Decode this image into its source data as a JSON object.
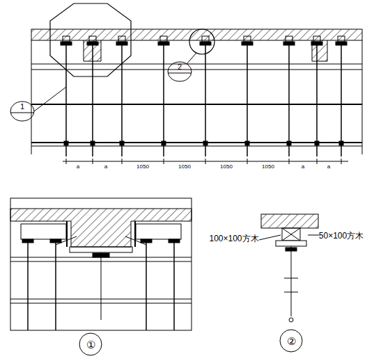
{
  "diagram": {
    "labels": [
      "1",
      "2",
      "a",
      "a",
      "1050",
      "1050",
      "1050",
      "1050",
      "a",
      "a",
      "100×100方木",
      "50×100方木",
      "①",
      "②"
    ]
  }
}
